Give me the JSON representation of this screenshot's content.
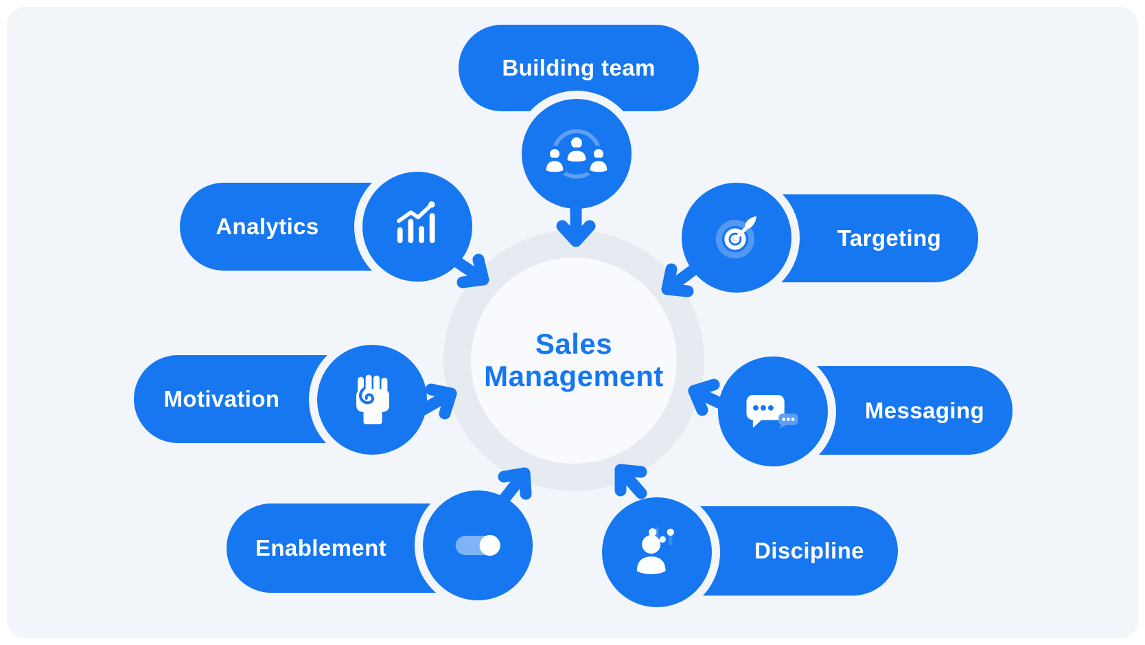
{
  "title": {
    "line1": "Sales",
    "line2": "Management"
  },
  "nodes": [
    {
      "id": "building-team",
      "label": "Building team",
      "icon": "team-icon"
    },
    {
      "id": "analytics",
      "label": "Analytics",
      "icon": "bar-chart-icon"
    },
    {
      "id": "targeting",
      "label": "Targeting",
      "icon": "target-icon"
    },
    {
      "id": "motivation",
      "label": "Motivation",
      "icon": "fist-icon"
    },
    {
      "id": "messaging",
      "label": "Messaging",
      "icon": "chat-bubbles-icon"
    },
    {
      "id": "enablement",
      "label": "Enablement",
      "icon": "toggle-icon"
    },
    {
      "id": "discipline",
      "label": "Discipline",
      "icon": "person-progress-icon"
    }
  ],
  "palette": {
    "primary": "#1677F1",
    "accent": "#5E9FF4",
    "accent_light": "#7FB3F7",
    "background": "#F2F6FA",
    "frame": "#FFFFFF",
    "ring": "#E6EBF2",
    "ring_inner": "#F8FAFD",
    "label_text": "#FFFFFF",
    "title_text": "#1677F1"
  }
}
